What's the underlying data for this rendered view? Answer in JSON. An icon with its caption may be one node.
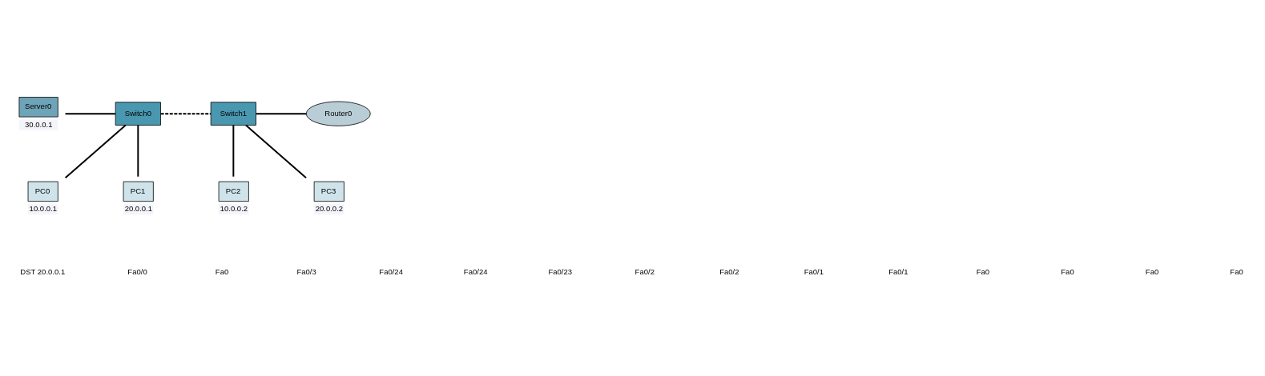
{
  "diagram": {
    "nodes": [
      {
        "text": [
          "Server0"
        ],
        "beside": [
          "30.0.0.1"
        ]
      },
      {
        "text": [
          "Switch0"
        ]
      },
      {
        "text": [
          "Switch1"
        ]
      },
      {
        "text": [
          "Router0"
        ]
      },
      {
        "text": [
          "PC0"
        ],
        "beside": [
          "10.0.0.1"
        ]
      },
      {
        "text": [
          "PC1"
        ],
        "beside": [
          "20.0.0.1"
        ]
      },
      {
        "text": [
          "PC2"
        ],
        "beside": [
          "10.0.0.2"
        ]
      },
      {
        "text": [
          "PC3"
        ],
        "beside": [
          "20.0.0.2"
        ]
      }
    ],
    "edges": [
      {
        "from": 0,
        "to": 1,
        "arrow": "none"
      },
      {
        "from": 1,
        "to": 2,
        "arrow": "none",
        "style": "dashed"
      },
      {
        "from": 2,
        "to": 3,
        "arrow": "none"
      },
      {
        "from": 1,
        "to": 4,
        "arrow": "none"
      },
      {
        "from": 1,
        "to": 5,
        "arrow": "none"
      },
      {
        "from": 2,
        "to": 6,
        "arrow": "none"
      },
      {
        "from": 2,
        "to": 7,
        "arrow": "none"
      }
    ],
    "labels": [
      "DST 20.0.0.1",
      "Fa0/0",
      "Fa0",
      "Fa0/3",
      "Fa0/24",
      "Fa0/24",
      "Fa0/23",
      "Fa0/2",
      "Fa0/2",
      "Fa0/1",
      "Fa0/1",
      "Fa0",
      "Fa0",
      "Fa0",
      "Fa0"
    ]
  }
}
